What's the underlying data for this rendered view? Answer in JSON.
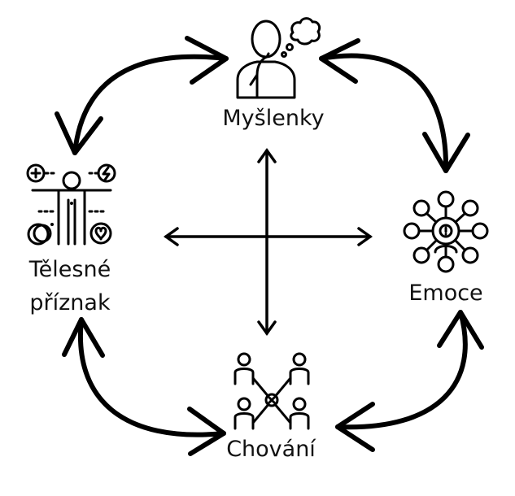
{
  "nodes": {
    "thoughts": {
      "label": "Myšlenky",
      "icon": "thinking-person-icon"
    },
    "emotions": {
      "label": "Emoce",
      "icon": "emotions-faces-icon"
    },
    "behavior": {
      "label": "Chování",
      "icon": "people-connection-icon"
    },
    "body": {
      "label_line1": "Tělesné",
      "label_line2": "příznak",
      "icon": "body-symptoms-icon"
    }
  },
  "colors": {
    "stroke": "#000000",
    "text": "#111111",
    "background": "#ffffff"
  }
}
